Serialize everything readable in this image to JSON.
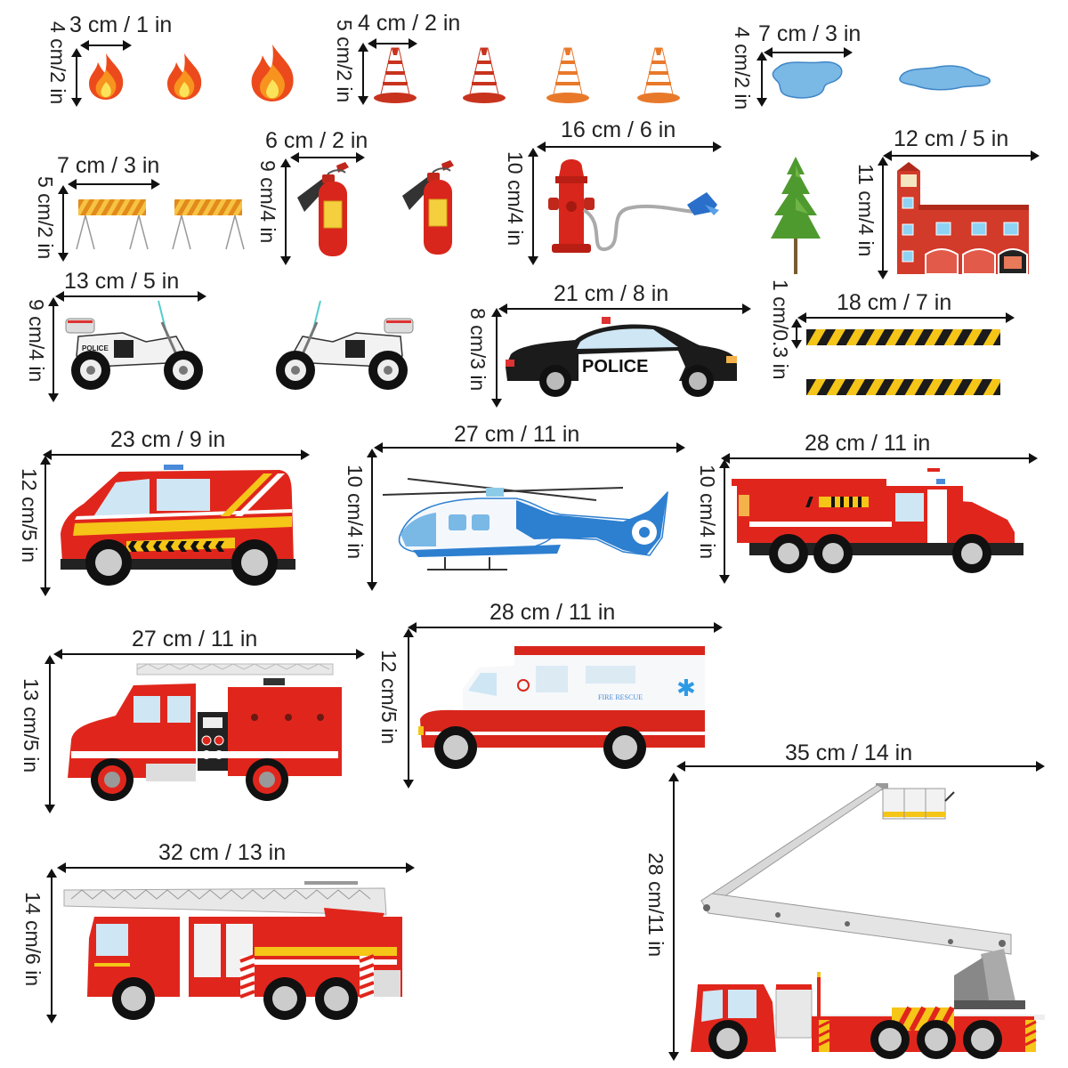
{
  "title": "Fire rescue & police vehicle wall decal set",
  "stickers": [
    {
      "id": "flames",
      "name": "Flames",
      "width_label": "3 cm / 1 in",
      "height_label": "4 cm/2 in",
      "count": 3
    },
    {
      "id": "traffic-cones",
      "name": "Traffic cones",
      "width_label": "4 cm / 2 in",
      "height_label": "5 cm/2 in",
      "count": 4
    },
    {
      "id": "puddles",
      "name": "Water puddles",
      "width_label": "7 cm / 3 in",
      "height_label": "4 cm/2 in",
      "count": 2
    },
    {
      "id": "barricades",
      "name": "Road barricades",
      "width_label": "7 cm / 3 in",
      "height_label": "5 cm/2 in",
      "count": 2
    },
    {
      "id": "extinguishers",
      "name": "Fire extinguishers",
      "width_label": "6 cm / 2 in",
      "height_label": "9 cm/4 in",
      "count": 2
    },
    {
      "id": "hydrant",
      "name": "Fire hydrant with hose",
      "width_label": "16 cm / 6 in",
      "height_label": "10 cm/4 in",
      "count": 1
    },
    {
      "id": "tree",
      "name": "Pine tree",
      "count": 1
    },
    {
      "id": "fire-station",
      "name": "Fire station",
      "width_label": "12 cm / 5 in",
      "height_label": "11 cm/4 in",
      "count": 1
    },
    {
      "id": "motorcycles",
      "name": "Police motorcycles",
      "width_label": "13 cm / 5 in",
      "height_label": "9 cm/4 in",
      "count": 2,
      "text": "POLICE"
    },
    {
      "id": "police-car",
      "name": "Police car",
      "width_label": "21 cm / 8 in",
      "height_label": "8 cm/3 in",
      "count": 1,
      "text": "POLICE"
    },
    {
      "id": "hazard-strips",
      "name": "Hazard tape strips",
      "width_label": "18 cm / 7 in",
      "height_label": "1 cm/0.3 in",
      "count": 2
    },
    {
      "id": "fire-van",
      "name": "Fire rescue van",
      "width_label": "23 cm / 9 in",
      "height_label": "12 cm/5 in",
      "count": 1
    },
    {
      "id": "helicopter",
      "name": "Police helicopter",
      "width_label": "27 cm / 11 in",
      "height_label": "10 cm/4 in",
      "count": 1
    },
    {
      "id": "tanker-truck",
      "name": "Fire tanker truck",
      "width_label": "28 cm / 11 in",
      "height_label": "10 cm/4 in",
      "count": 1
    },
    {
      "id": "pumper-truck",
      "name": "Fire pumper truck",
      "width_label": "27 cm / 11 in",
      "height_label": "13 cm/5 in",
      "count": 1
    },
    {
      "id": "ambulance",
      "name": "Fire rescue ambulance",
      "width_label": "28 cm / 11 in",
      "height_label": "12 cm/5 in",
      "count": 1,
      "text": "FIRE RESCUE"
    },
    {
      "id": "ladder-truck",
      "name": "Ladder fire truck",
      "width_label": "32 cm / 13 in",
      "height_label": "14 cm/6 in",
      "count": 1
    },
    {
      "id": "boom-truck",
      "name": "Aerial boom fire truck",
      "width_label": "35 cm / 14 in",
      "height_label": "28 cm/11 in",
      "count": 1
    }
  ],
  "colors": {
    "fire_red": "#d9261c",
    "flame_orange": "#f26b1d",
    "flame_yellow": "#f9d423",
    "cone_orange": "#e8792b",
    "water_blue": "#6aaee0",
    "police_black": "#1b1b1b",
    "heli_blue": "#2d7fd0",
    "tree_green": "#4f9a2f",
    "hazard_yellow": "#f5c518",
    "steel_gray": "#c9c9c9"
  }
}
